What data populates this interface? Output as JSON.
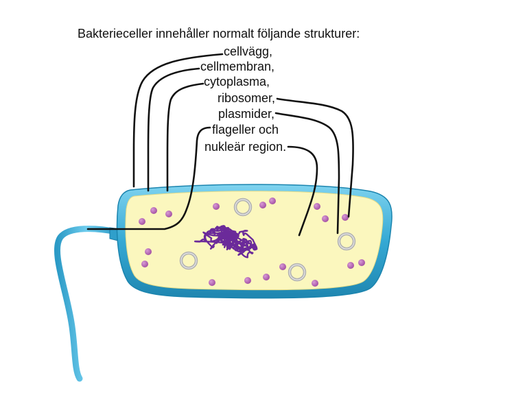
{
  "title": "Bakterieceller innehåller normalt följande strukturer:",
  "structures": [
    {
      "id": "cell-wall",
      "label": "cellvägg,"
    },
    {
      "id": "cell-membrane",
      "label": "cellmembran,"
    },
    {
      "id": "cytoplasm",
      "label": "cytoplasma,"
    },
    {
      "id": "ribosomes",
      "label": "ribosomer,"
    },
    {
      "id": "plasmids",
      "label": "plasmider,"
    },
    {
      "id": "flagella",
      "label": "flageller och"
    },
    {
      "id": "nuclear-region",
      "label": "nukleär region."
    }
  ],
  "colors": {
    "cell_wall": "#3aaed8",
    "cytoplasm": "#fbf7be",
    "ribosome": "#b15bb0",
    "plasmid": "#b3b3b3",
    "nucleoid": "#6b2a9a",
    "leader_line": "#111111"
  }
}
